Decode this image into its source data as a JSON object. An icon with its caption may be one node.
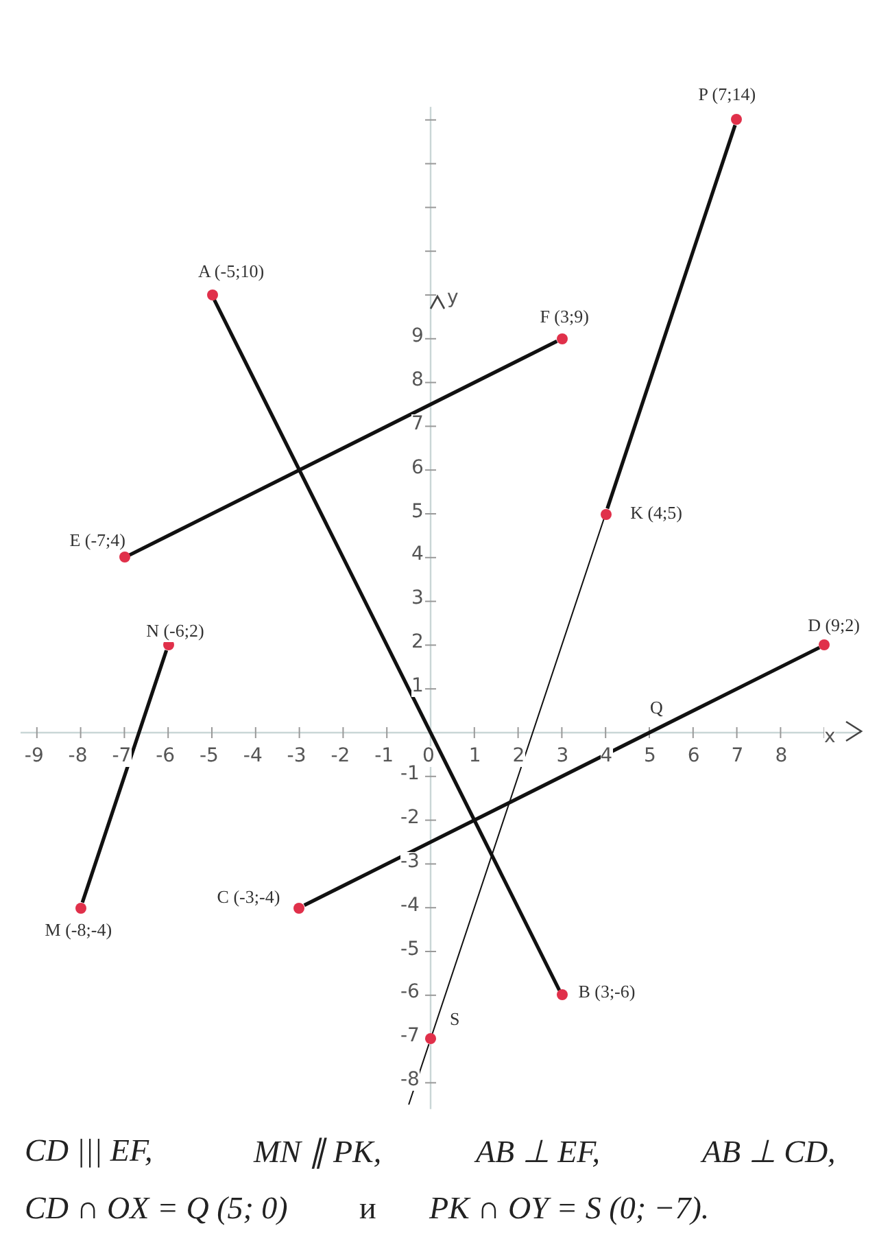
{
  "diagram": {
    "nodes": [
      {
        "text": [
          "P (7;14)"
        ]
      },
      {
        "text": [
          "A (-5;10)"
        ]
      },
      {
        "text": [
          "F (3;9)"
        ]
      },
      {
        "text": [
          "K (4;5)"
        ]
      },
      {
        "text": [
          "E (-7;4)"
        ]
      },
      {
        "text": [
          "N (-6;2)"
        ]
      },
      {
        "text": [
          "D (9;2)"
        ]
      },
      {
        "text": [
          "C (-3;-4)"
        ]
      },
      {
        "text": [
          "M (-8;-4)"
        ]
      },
      {
        "text": [
          "B (3;-6)"
        ]
      },
      {
        "text": [
          "S"
        ]
      }
    ],
    "edges": [
      {
        "from": 1,
        "to": 9,
        "arrow": "none"
      },
      {
        "from": 4,
        "to": 2,
        "arrow": "none"
      },
      {
        "from": 7,
        "to": 6,
        "arrow": "none"
      },
      {
        "from": 8,
        "to": 5,
        "arrow": "none"
      },
      {
        "from": 0,
        "to": 3,
        "arrow": "none"
      },
      {
        "from": 3,
        "to": 10,
        "arrow": "none"
      },
      {
        "from": 10,
        "to": null,
        "arrow": "none"
      }
    ],
    "labels": [
      "-9",
      "-8",
      "-7",
      "-6",
      "-5",
      "-4",
      "-3",
      "-2",
      "-1",
      "0",
      "1",
      "2",
      "3",
      "4",
      "5",
      "6",
      "7",
      "8",
      "x",
      "y",
      "9",
      "8",
      "7",
      "6",
      "5",
      "4",
      "3",
      "2",
      "1",
      "-1",
      "-2",
      "-3",
      "-4",
      "-5",
      "-6",
      "-7",
      "-8",
      "Q",
      "CD ||| EF,",
      "MN ∥ PK,",
      "AB ⊥ EF,",
      "AB ⊥ CD,",
      "CD ∩ OX = Q (5; 0)",
      "и",
      "PK ∩ OY = S (0; −7)."
    ]
  }
}
